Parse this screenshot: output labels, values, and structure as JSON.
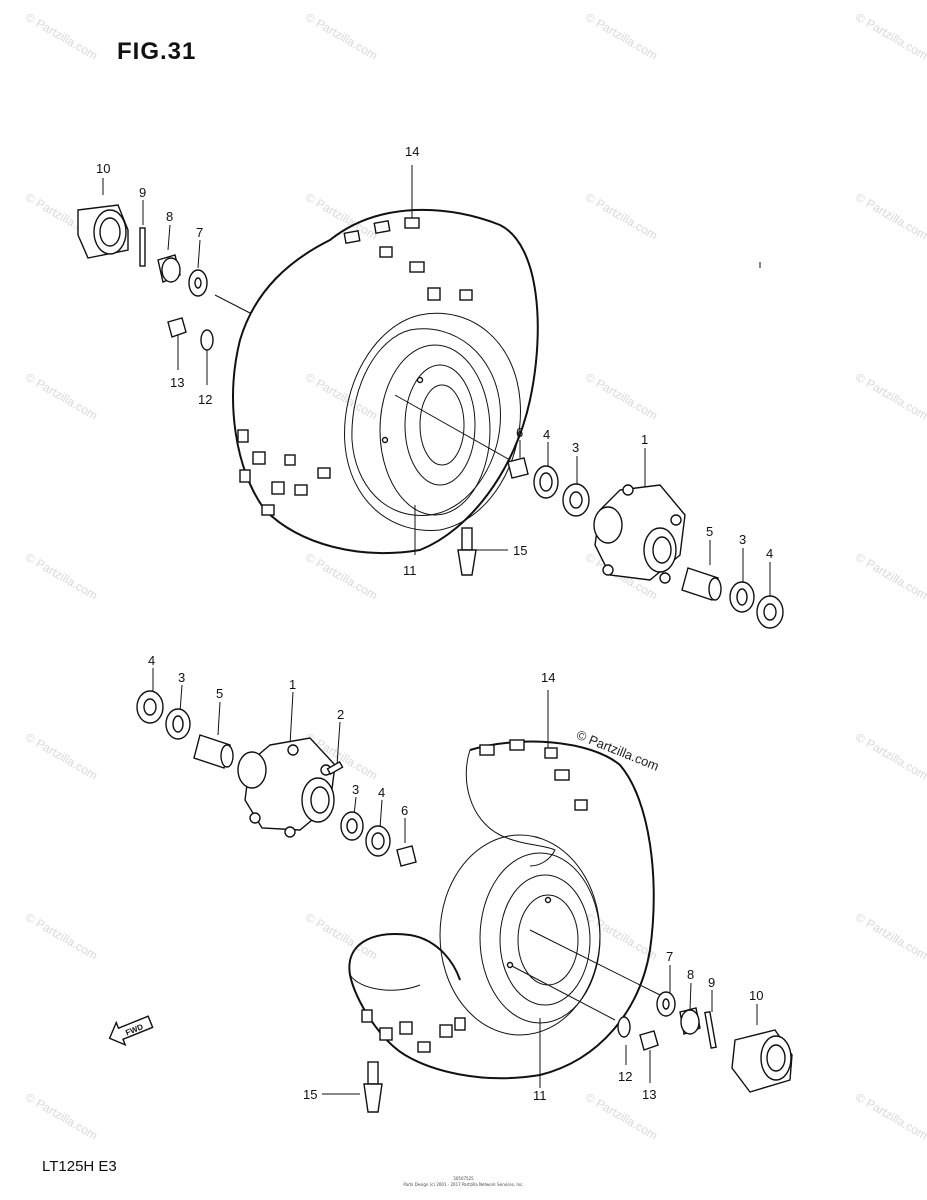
{
  "figure": {
    "title": "FIG.31",
    "model": "LT125H  E3",
    "copyright_label": "© Partzilla.com",
    "watermark_text": "© Partzilla.com",
    "footer_line1": "50507525",
    "footer_line2": "Parts Design (c) 2001 - 2017 Partzilla Network Services, Inc.",
    "fwd_label": "FWD"
  },
  "callouts": {
    "top": [
      "10",
      "9",
      "8",
      "7",
      "13",
      "12",
      "14",
      "6",
      "4",
      "3",
      "1",
      "15",
      "11",
      "5",
      "3",
      "4"
    ],
    "bottom": [
      "4",
      "3",
      "5",
      "1",
      "2",
      "3",
      "4",
      "6",
      "14",
      "7",
      "8",
      "9",
      "10",
      "12",
      "13",
      "11",
      "15"
    ]
  }
}
